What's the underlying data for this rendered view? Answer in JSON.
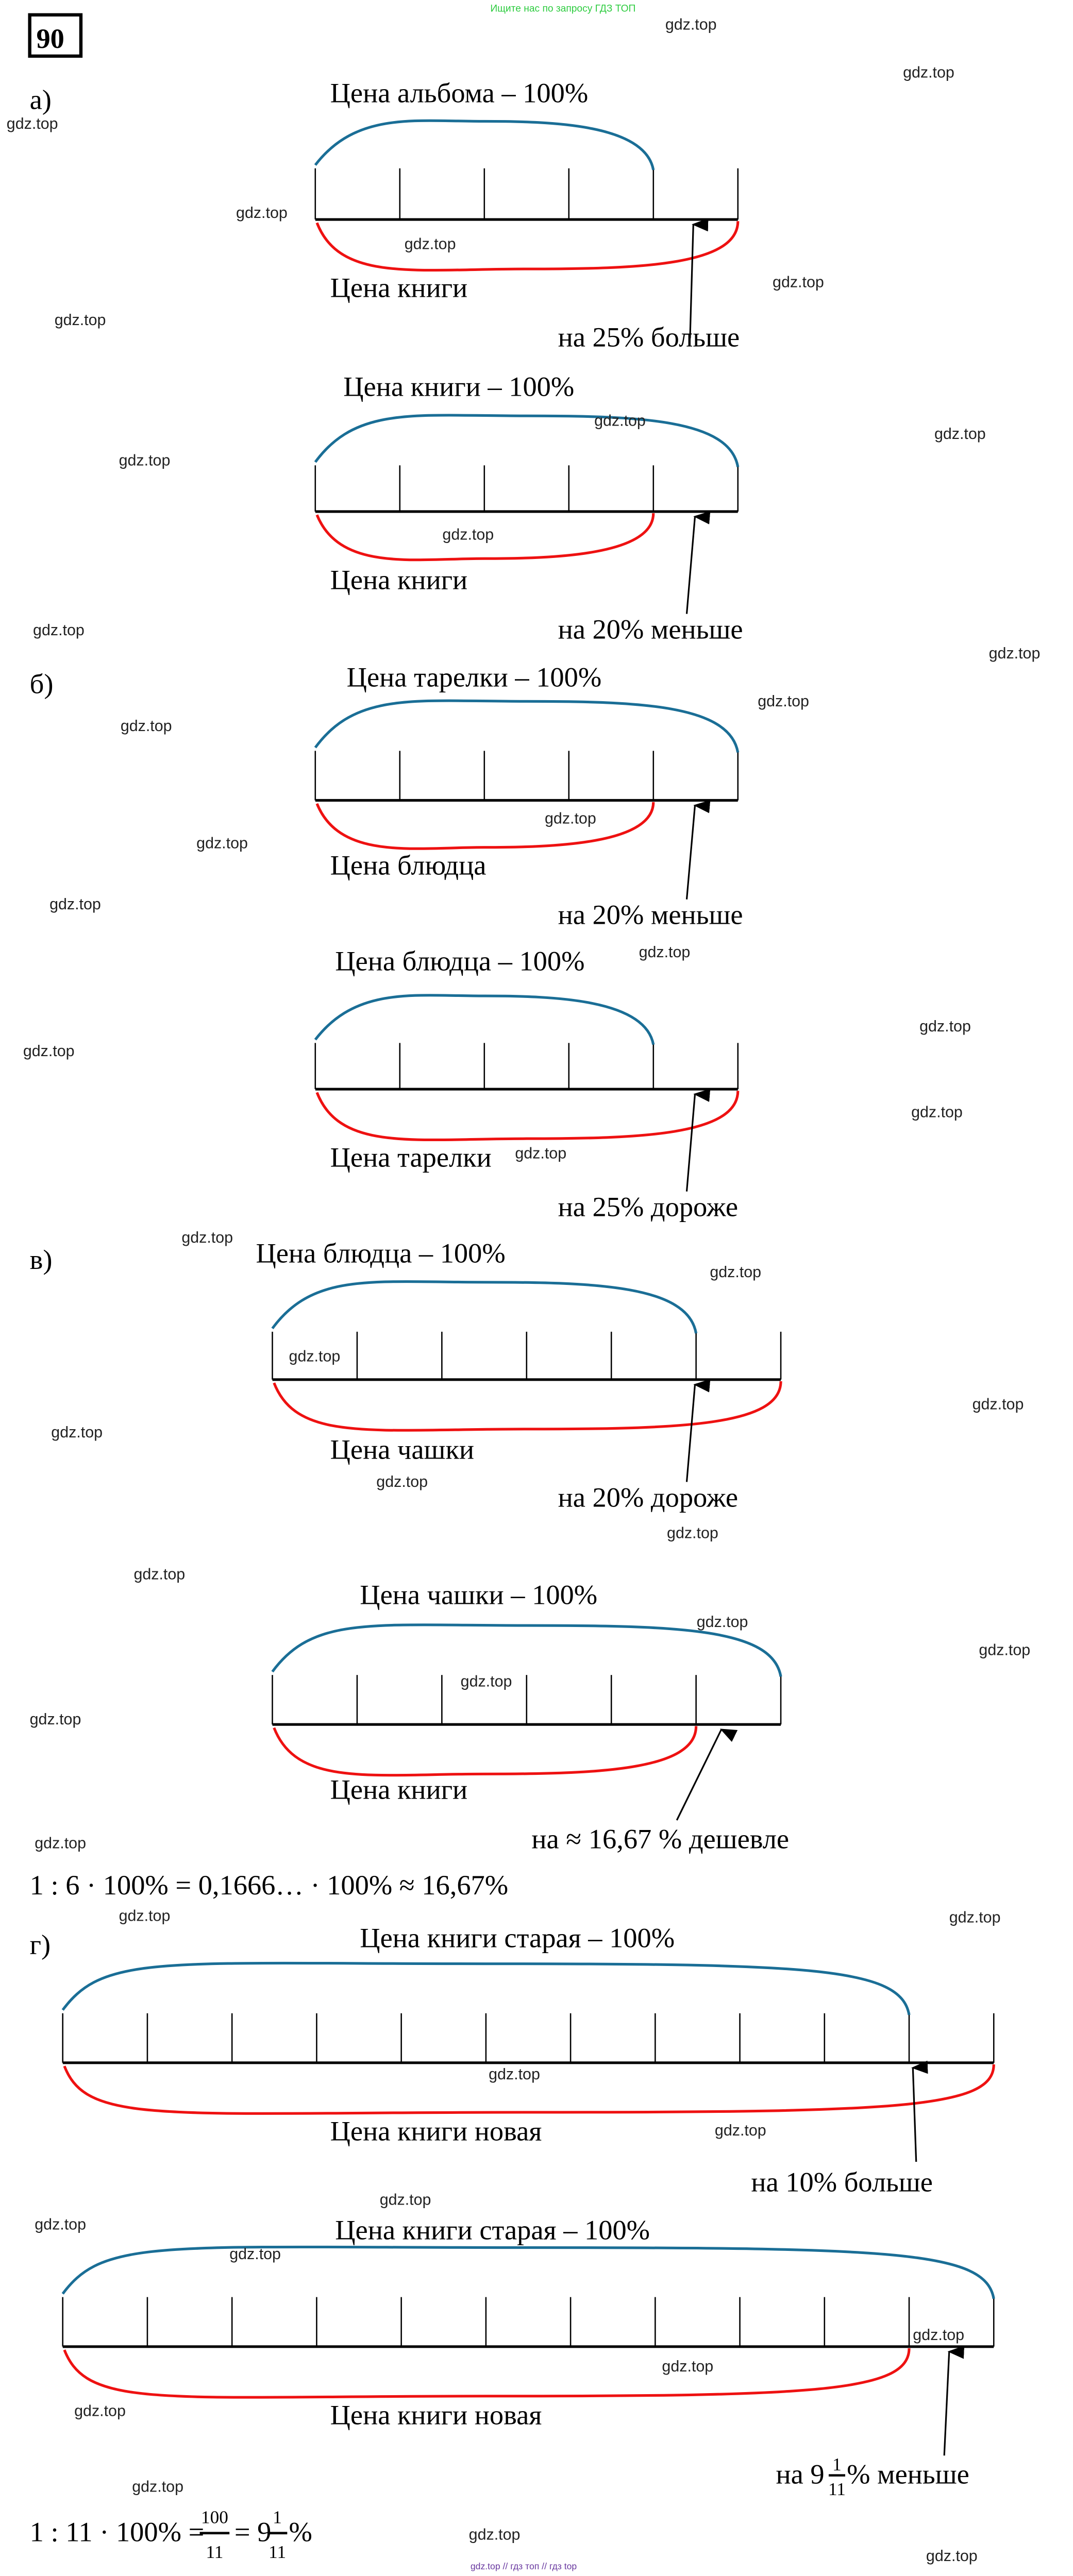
{
  "banner": "Ищите нас по запросу ГДЗ ТОП",
  "footer": "gdz.top // гдз топ // гдз top",
  "watermark": "gdz.top",
  "task_number": "90",
  "parts": {
    "a": "а)",
    "b": "б)",
    "v": "в)",
    "g": "г)"
  },
  "colors": {
    "whole": "#1a6e96",
    "part": "#ee1111"
  },
  "diagrams": [
    {
      "title": "Цена альбома – 100%",
      "bottom_label": "Цена книги",
      "note": "на 25% больше",
      "segments": 5,
      "blue_segments": 4,
      "red_segments": 5
    },
    {
      "title": "Цена книги – 100%",
      "bottom_label": "Цена книги",
      "note": "на 20% меньше",
      "segments": 5,
      "blue_segments": 5,
      "red_segments": 4
    },
    {
      "title": "Цена тарелки – 100%",
      "bottom_label": "Цена блюдца",
      "note": "на 20% меньше",
      "segments": 5,
      "blue_segments": 5,
      "red_segments": 4
    },
    {
      "title": "Цена блюдца – 100%",
      "bottom_label": "Цена тарелки",
      "note": "на 25% дороже",
      "segments": 5,
      "blue_segments": 4,
      "red_segments": 5
    },
    {
      "title": "Цена блюдца – 100%",
      "bottom_label": "Цена чашки",
      "note": "на 20% дороже",
      "segments": 6,
      "blue_segments": 5,
      "red_segments": 6
    },
    {
      "title": "Цена чашки – 100%",
      "bottom_label": "Цена книги",
      "note": "на ≈ 16,67 % дешевле",
      "segments": 6,
      "blue_segments": 6,
      "red_segments": 5
    },
    {
      "title": "Цена книги старая – 100%",
      "bottom_label": "Цена книги новая",
      "note": "на 10% больше",
      "segments": 11,
      "blue_segments": 10,
      "red_segments": 11
    },
    {
      "title": "Цена книги старая – 100%",
      "bottom_label": "Цена книги новая",
      "note_prefix": "на 9",
      "note_frac_num": "1",
      "note_frac_den": "11",
      "note_suffix": "% меньше",
      "segments": 11,
      "blue_segments": 11,
      "red_segments": 10
    }
  ],
  "formula_v": "1 : 6 · 100% = 0,1666… · 100% ≈ 16,67%",
  "formula_g": {
    "prefix": "1 : 11 · 100% =",
    "frac1_num": "100",
    "frac1_den": "11",
    "eq": "= 9",
    "frac2_num": "1",
    "frac2_den": "11",
    "suffix": "%"
  }
}
